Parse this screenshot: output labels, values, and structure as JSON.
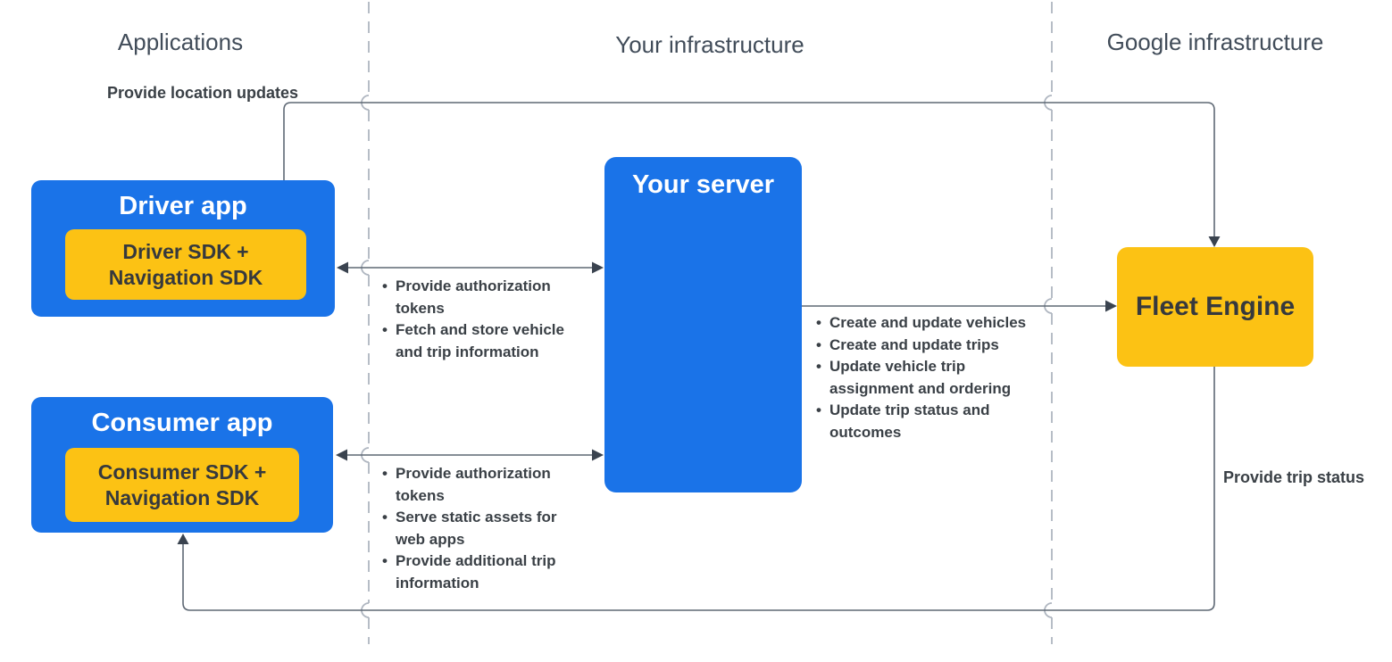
{
  "columns": [
    {
      "label": "Applications"
    },
    {
      "label": "Your infrastructure"
    },
    {
      "label": "Google infrastructure"
    }
  ],
  "nodes": {
    "driver_app": {
      "title": "Driver app",
      "sdk": "Driver SDK + Navigation SDK"
    },
    "consumer_app": {
      "title": "Consumer app",
      "sdk": "Consumer SDK + Navigation SDK"
    },
    "your_server": {
      "title": "Your server"
    },
    "fleet_engine": {
      "title": "Fleet Engine"
    }
  },
  "edges": {
    "location_updates_label": "Provide location updates",
    "trip_status_label": "Provide trip status",
    "driver_server_items": [
      "Provide authorization tokens",
      "Fetch and store vehicle and trip information"
    ],
    "consumer_server_items": [
      "Provide authorization tokens",
      "Serve static assets for web apps",
      "Provide additional trip information"
    ],
    "server_fleet_items": [
      "Create and update vehicles",
      "Create and update trips",
      "Update vehicle trip assignment and ordering",
      "Update trip status and outcomes"
    ]
  },
  "colors": {
    "node_blue": "#1A73E8",
    "node_yellow": "#FCC214",
    "connector_line": "#5E6874",
    "arrowhead": "#3A434F",
    "divider": "#AFB6C0",
    "label_text": "#3A4046",
    "header_text": "#414C59"
  }
}
